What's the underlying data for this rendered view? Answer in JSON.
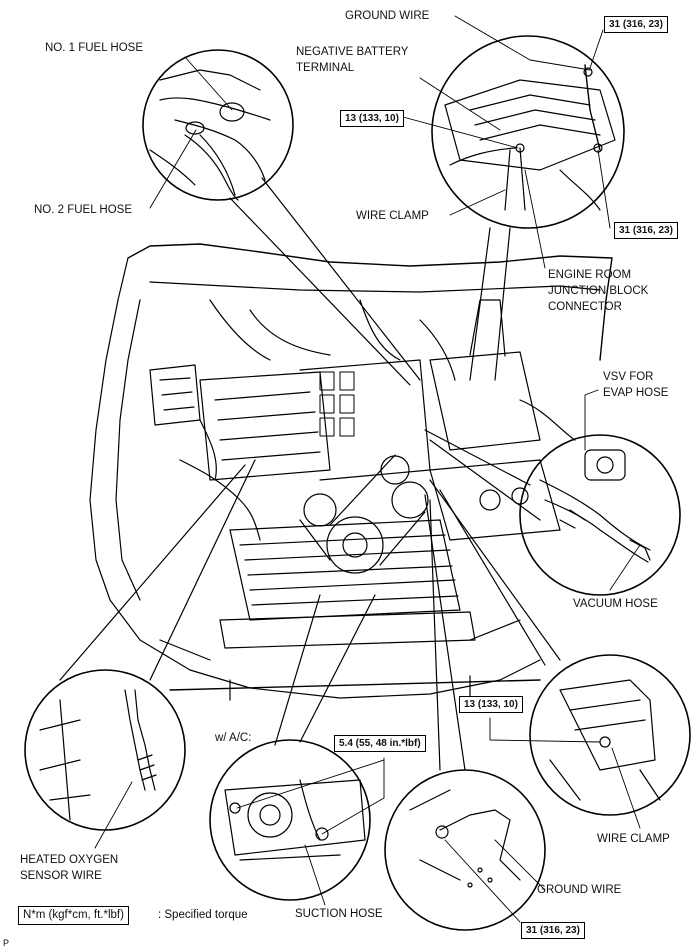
{
  "labels": {
    "ground_wire_top": "GROUND WIRE",
    "no1_fuel_hose": "NO. 1 FUEL HOSE",
    "negative_battery_terminal": [
      "NEGATIVE BATTERY",
      "TERMINAL"
    ],
    "no2_fuel_hose": "NO. 2 FUEL HOSE",
    "wire_clamp_top": "WIRE CLAMP",
    "engine_room_junction": [
      "ENGINE ROOM",
      "JUNCTION BLOCK",
      "CONNECTOR"
    ],
    "vsv_evap": [
      "VSV FOR",
      "EVAP HOSE"
    ],
    "vacuum_hose": "VACUUM HOSE",
    "w_ac": "w/ A/C:",
    "wire_clamp_bottom": "WIRE CLAMP",
    "heated_oxygen": [
      "HEATED OXYGEN",
      "SENSOR WIRE"
    ],
    "ground_wire_bottom": "GROUND WIRE",
    "suction_hose": "SUCTION HOSE"
  },
  "torque_boxes": {
    "t31_top_right": "31 (316, 23)",
    "t13_top": "13 (133, 10)",
    "t31_mid_right": "31 (316, 23)",
    "t13_right": "13 (133, 10)",
    "t54": "5.4 (55, 48 in.*lbf)",
    "t31_bottom": "31 (316, 23)"
  },
  "legend": {
    "unit_box": "N*m (kgf*cm, ft.*lbf)",
    "text": ": Specified torque"
  },
  "corner_mark": "P"
}
